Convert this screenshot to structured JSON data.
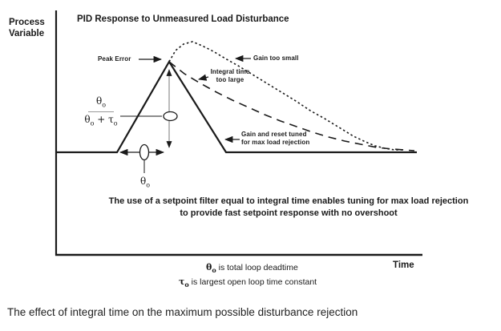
{
  "title": "PID Response to Unmeasured Load Disturbance",
  "axis": {
    "y_label_line1": "Process",
    "y_label_line2": "Variable",
    "x_label": "Time"
  },
  "symbols": {
    "theta": "θ",
    "tau": "τ",
    "sub_o": "o",
    "plus": "+"
  },
  "annotations": {
    "peak_error": "Peak Error",
    "gain_too_small": "Gain too small",
    "integral_time_line1": "Integral time",
    "integral_time_line2": "too large",
    "gain_reset_line1": "Gain and reset tuned",
    "gain_reset_line2": "for max load rejection",
    "setpoint_line1": "The use of a setpoint filter equal to integral time enables tuning for max load rejection",
    "setpoint_line2": "to provide fast setpoint response with no overshoot",
    "deadtime_note": "is total loop deadtime",
    "time_constant_note": "is largest open loop time constant"
  },
  "caption": "The effect of integral time on the maximum possible disturbance rejection",
  "colors": {
    "line": "#1a1a1a",
    "text": "#1a1a1a",
    "thin_arrow": "#777777",
    "fraction_bar": "#999999"
  },
  "chart_data": {
    "type": "line",
    "title": "PID Response to Unmeasured Load Disturbance",
    "xlabel": "Time",
    "ylabel": "Process Variable",
    "axes": "unscaled qualitative axes (no ticks); point coordinates are canvas pixels, y increases downward; baseline y=190 is the undisturbed process variable, peak y=77 is the max error",
    "legend_position": "inline arrow callouts",
    "grid": false,
    "series": [
      {
        "name": "Gain and reset tuned for max load rejection",
        "style": "solid",
        "width": 2.2,
        "dash": "",
        "points": [
          [
            70,
            190
          ],
          [
            146,
            190
          ],
          [
            211,
            77
          ],
          [
            282,
            190
          ],
          [
            520,
            190
          ]
        ]
      },
      {
        "name": "Gain too small",
        "style": "dotted",
        "width": 1.6,
        "dash": "2.5,3",
        "points": [
          [
            211,
            77
          ],
          [
            219,
            63
          ],
          [
            229,
            55
          ],
          [
            240,
            52
          ],
          [
            252,
            57
          ],
          [
            266,
            64
          ],
          [
            281,
            73
          ],
          [
            297,
            82
          ],
          [
            315,
            93
          ],
          [
            333,
            104
          ],
          [
            351,
            115
          ],
          [
            369,
            126
          ],
          [
            387,
            138
          ],
          [
            405,
            148
          ],
          [
            423,
            159
          ],
          [
            441,
            170
          ],
          [
            456,
            177
          ],
          [
            468,
            182
          ],
          [
            480,
            185
          ],
          [
            492,
            187
          ],
          [
            504,
            187
          ]
        ]
      },
      {
        "name": "Integral time too large",
        "style": "dashed",
        "width": 1.6,
        "dash": "10,7",
        "points": [
          [
            211,
            77
          ],
          [
            230,
            92
          ],
          [
            250,
            104
          ],
          [
            270,
            115
          ],
          [
            290,
            125
          ],
          [
            310,
            134
          ],
          [
            330,
            143
          ],
          [
            350,
            151
          ],
          [
            370,
            158
          ],
          [
            390,
            165
          ],
          [
            410,
            171
          ],
          [
            430,
            176
          ],
          [
            450,
            180
          ],
          [
            470,
            184
          ],
          [
            490,
            186
          ],
          [
            517,
            188
          ]
        ]
      }
    ],
    "key_relationships": {
      "deadtime_span": "horizontal double arrow from disturbance start x=146 to peak x=211 labeled θo",
      "peak_error_fraction": "θo / (θo + τo) points to vertical peak-error arrow"
    }
  }
}
